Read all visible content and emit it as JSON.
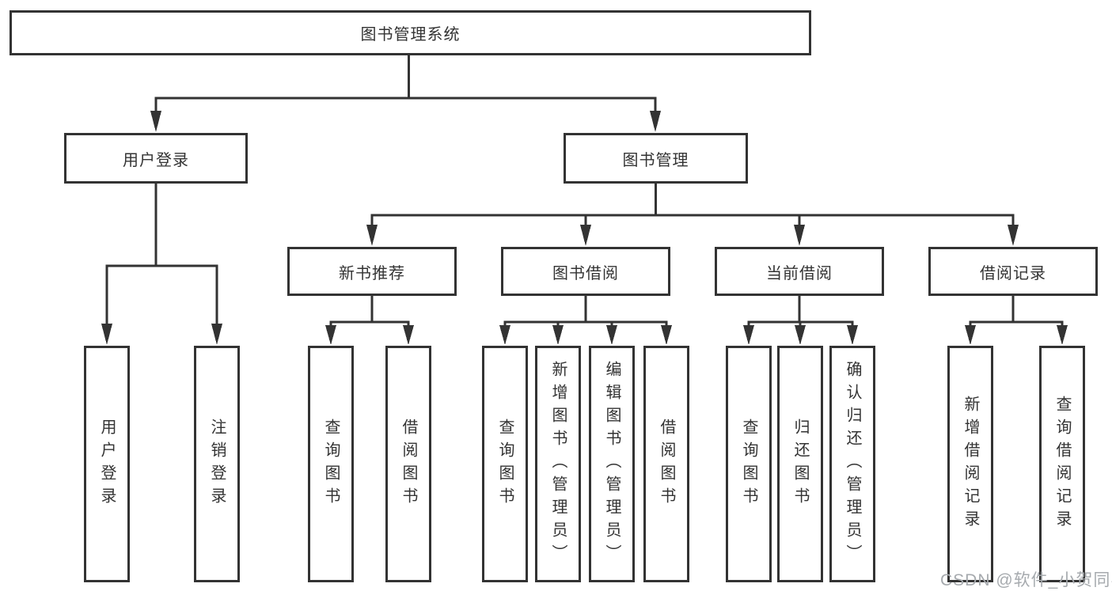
{
  "diagram": {
    "type": "tree",
    "root": {
      "label": "图书管理系统"
    },
    "level2": [
      {
        "id": "user-login",
        "label": "用户登录",
        "parent": "图书管理系统"
      },
      {
        "id": "book-management",
        "label": "图书管理",
        "parent": "图书管理系统"
      }
    ],
    "level3": [
      {
        "id": "new-book-recommend",
        "label": "新书推荐",
        "parent": "图书管理"
      },
      {
        "id": "book-borrowing",
        "label": "图书借阅",
        "parent": "图书管理"
      },
      {
        "id": "current-borrowing",
        "label": "当前借阅",
        "parent": "图书管理"
      },
      {
        "id": "borrowing-records",
        "label": "借阅记录",
        "parent": "图书管理"
      }
    ],
    "leaves": [
      {
        "id": "leaf-user-login",
        "label": "用户登录",
        "parent": "用户登录"
      },
      {
        "id": "leaf-logout",
        "label": "注销登录",
        "parent": "用户登录"
      },
      {
        "id": "leaf-query-books-recommend",
        "label": "查询图书",
        "parent": "新书推荐"
      },
      {
        "id": "leaf-borrow-books-recommend",
        "label": "借阅图书",
        "parent": "新书推荐"
      },
      {
        "id": "leaf-query-books-borrowing",
        "label": "查询图书",
        "parent": "图书借阅"
      },
      {
        "id": "leaf-add-books-admin",
        "label": "新增图书（管理员）",
        "parent": "图书借阅"
      },
      {
        "id": "leaf-edit-books-admin",
        "label": "编辑图书（管理员）",
        "parent": "图书借阅"
      },
      {
        "id": "leaf-borrow-books-borrowing",
        "label": "借阅图书",
        "parent": "图书借阅"
      },
      {
        "id": "leaf-query-books-current",
        "label": "查询图书",
        "parent": "当前借阅"
      },
      {
        "id": "leaf-return-books",
        "label": "归还图书",
        "parent": "当前借阅"
      },
      {
        "id": "leaf-confirm-return-admin",
        "label": "确认归还（管理员）",
        "parent": "当前借阅"
      },
      {
        "id": "leaf-add-borrow-record",
        "label": "新增借阅记录",
        "parent": "借阅记录"
      },
      {
        "id": "leaf-query-borrow-record",
        "label": "查询借阅记录",
        "parent": "借阅记录"
      }
    ]
  },
  "watermark": {
    "label": "CSDN @软件_小贺同学"
  },
  "colors": {
    "line": "#333333",
    "box_border": "#333333",
    "text": "#333333",
    "background": "#ffffff",
    "watermark_text": "#a6aaae"
  }
}
